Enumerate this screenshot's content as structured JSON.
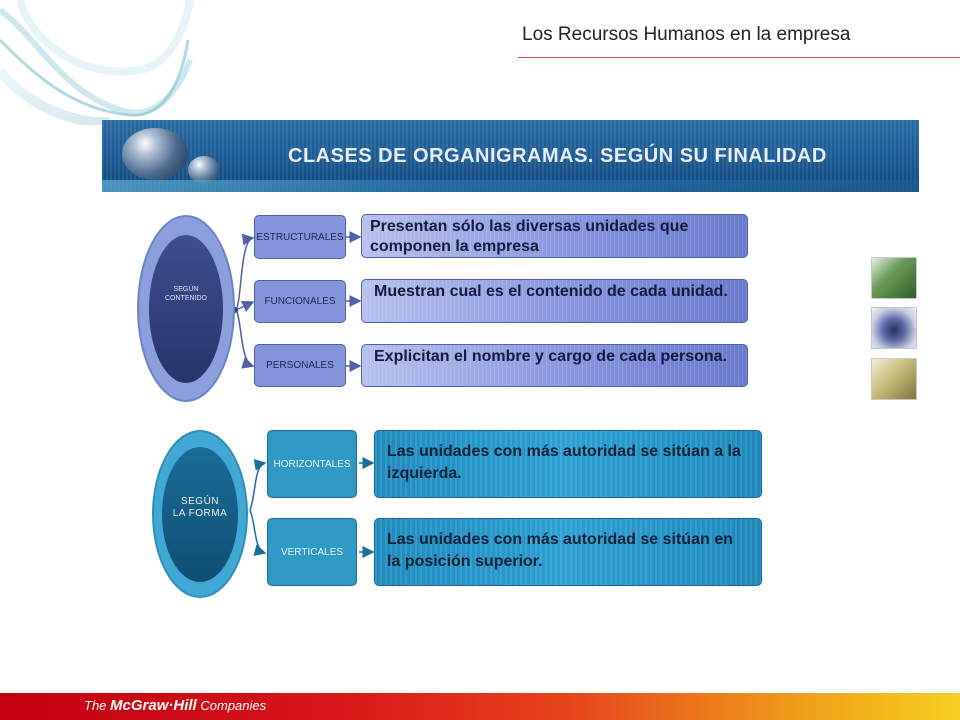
{
  "header": {
    "title": "Los Recursos Humanos en la empresa"
  },
  "banner": {
    "title": "CLASES DE ORGANIGRAMAS. SEGÚN SU FINALIDAD"
  },
  "groups": [
    {
      "label": "SEGÚN\nCONTENIDO",
      "items": [
        {
          "category": "ESTRUCTURALES",
          "description": "Presentan sólo las diversas unidades que componen la empresa"
        },
        {
          "category": "FUNCIONALES",
          "description": "Muestran cual es el contenido de cada unidad."
        },
        {
          "category": "PERSONALES",
          "description": "Explicitan el nombre y cargo de cada persona."
        }
      ]
    },
    {
      "label": "SEGÚN\nLA FORMA",
      "items": [
        {
          "category": "HORIZONTALES",
          "description": "Las unidades con más autoridad se sitúan a la izquierda."
        },
        {
          "category": "VERTICALES",
          "description": "Las unidades con más autoridad se sitúan en la posición superior."
        }
      ]
    }
  ],
  "footer": {
    "the": "The",
    "brand": "McGraw·Hill",
    "companies": "Companies"
  },
  "colors": {
    "accent_red": "#d94a4a",
    "banner_blue": "#1c5d97",
    "group1": "#8595dc",
    "group2": "#2f98c5"
  }
}
